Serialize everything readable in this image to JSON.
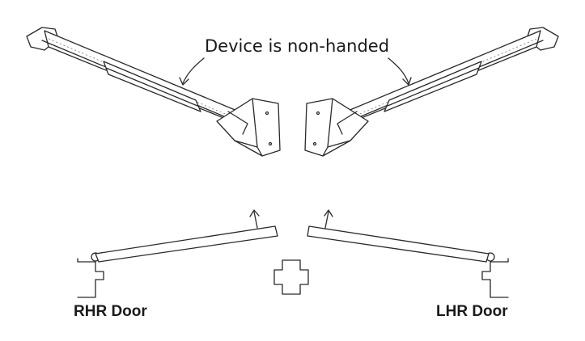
{
  "diagram": {
    "title": "Device is non-handed",
    "labels": {
      "left_door": "RHR Door",
      "right_door": "LHR Door"
    },
    "colors": {
      "line": "#2a2a2a",
      "text": "#1a1a1a",
      "background": "#ffffff"
    }
  }
}
